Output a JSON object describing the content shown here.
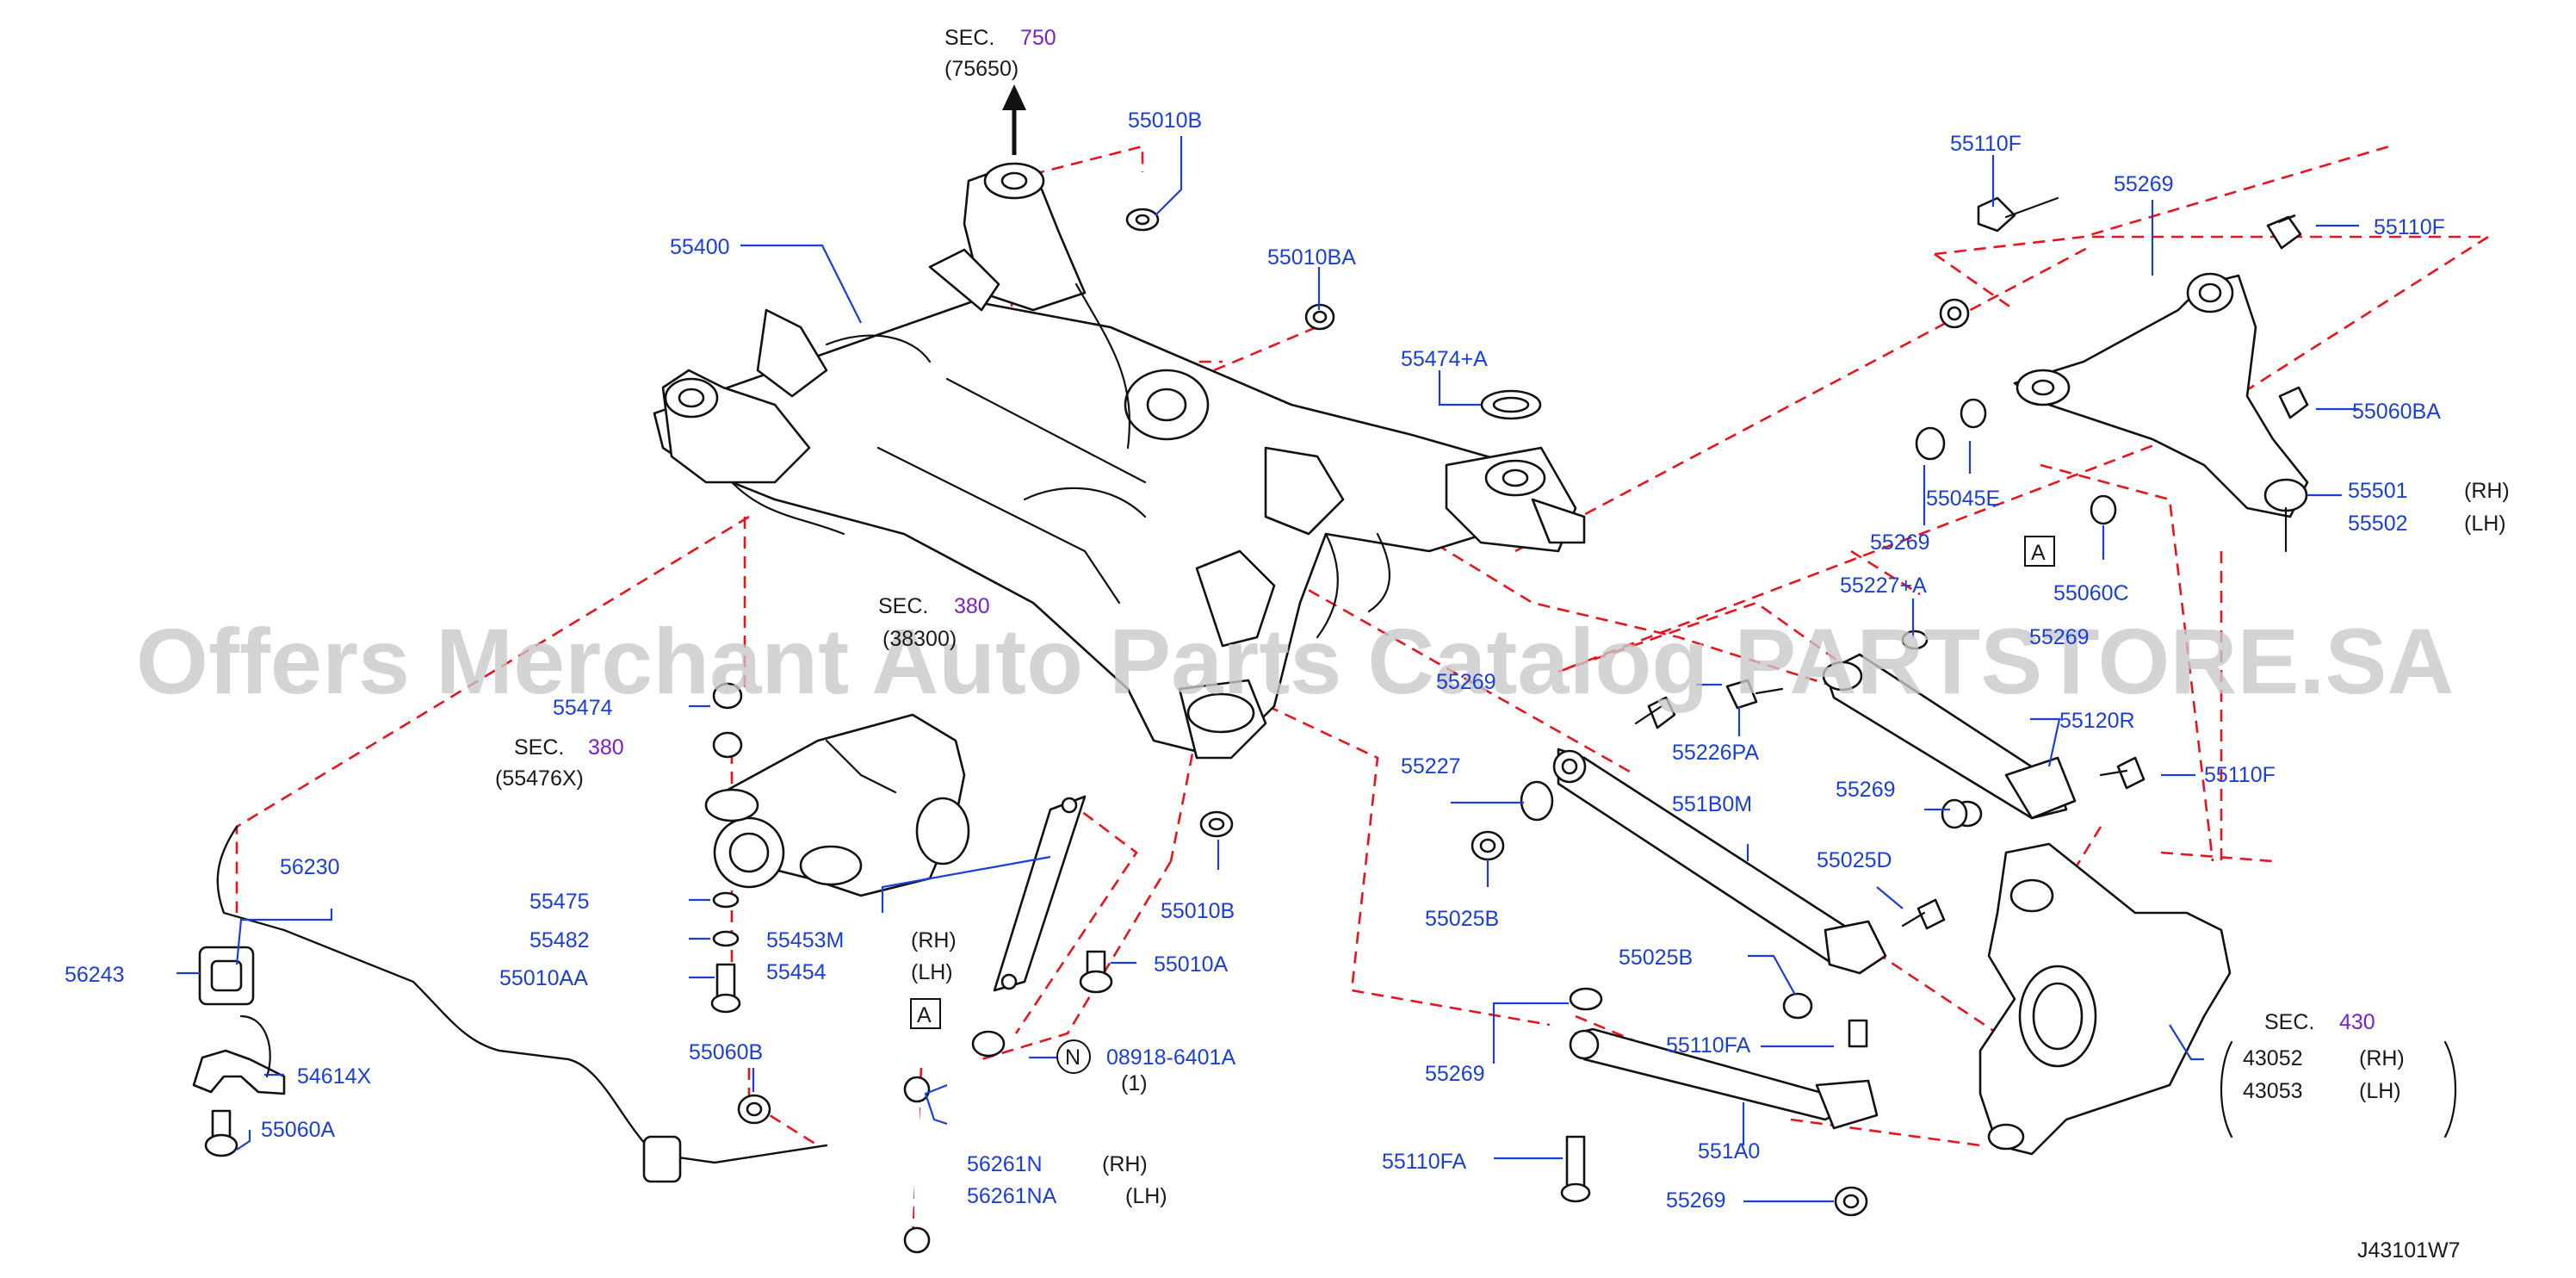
{
  "sections": {
    "sec750": {
      "word": "SEC.",
      "num": "750",
      "sub": "(75650)"
    },
    "sec380a": {
      "word": "SEC.",
      "num": "380",
      "sub": "(38300)"
    },
    "sec380b": {
      "word": "SEC.",
      "num": "380",
      "sub": "(55476X)"
    },
    "sec430": {
      "word": "SEC.",
      "num": "430"
    }
  },
  "labels": {
    "p55010B_top": "55010B",
    "p55400": "55400",
    "p55010BA": "55010BA",
    "p55474A": "55474+A",
    "p55110F_top": "55110F",
    "p55269_top": "55269",
    "p55110F_right": "55110F",
    "p55060BA": "55060BA",
    "p55045E": "55045E",
    "p55269_mid": "55269",
    "p55501": "55501",
    "p55502": "55502",
    "p55060C": "55060C",
    "p55227A": "55227+A",
    "p55269_ghost": "55269",
    "p55269_ghost2": "55269",
    "p55226PA": "55226PA",
    "p55120R": "55120R",
    "p55474": "55474",
    "p55269_c": "55269",
    "p55110F_c": "55110F",
    "p55227": "55227",
    "p551B0M": "551B0M",
    "p55025D": "55025D",
    "p55025B_l": "55025B",
    "p56230": "56230",
    "p55475": "55475",
    "p55482": "55482",
    "p55010AA": "55010AA",
    "p55453M": "55453M",
    "p55454": "55454",
    "p55010B_b": "55010B",
    "p55010A": "55010A",
    "p56243": "56243",
    "p55025B_r": "55025B",
    "p55269_d": "55269",
    "p55110FA_a": "55110FA",
    "p54614X": "54614X",
    "p55060B": "55060B",
    "p08918": "08918-6401A",
    "p08918_qty": "(1)",
    "p56261N": "56261N",
    "p56261NA": "56261NA",
    "p55060A": "55060A",
    "p551A0": "551A0",
    "p55110FA_b": "55110FA",
    "p55269_e": "55269",
    "p43052": "43052",
    "p43053": "43053",
    "rh1": "(RH)",
    "lh1": "(LH)",
    "rh2": "(RH)",
    "lh2": "(LH)",
    "rh3": "(RH)",
    "lh3": "(LH)",
    "rh4": "(RH)",
    "lh4": "(LH)",
    "marker_a1": "A",
    "marker_a2": "A",
    "circle_n": "N"
  },
  "diagram_code": "J43101W7",
  "watermark": "Offers Merchant Auto Parts Catalog PARTSTORE.SA",
  "colors": {
    "label": "#1a3fd6",
    "section_number": "#7a1fd0",
    "dashed_line": "#e8141d",
    "linework": "#111111",
    "watermark": "#c9c9c9"
  }
}
